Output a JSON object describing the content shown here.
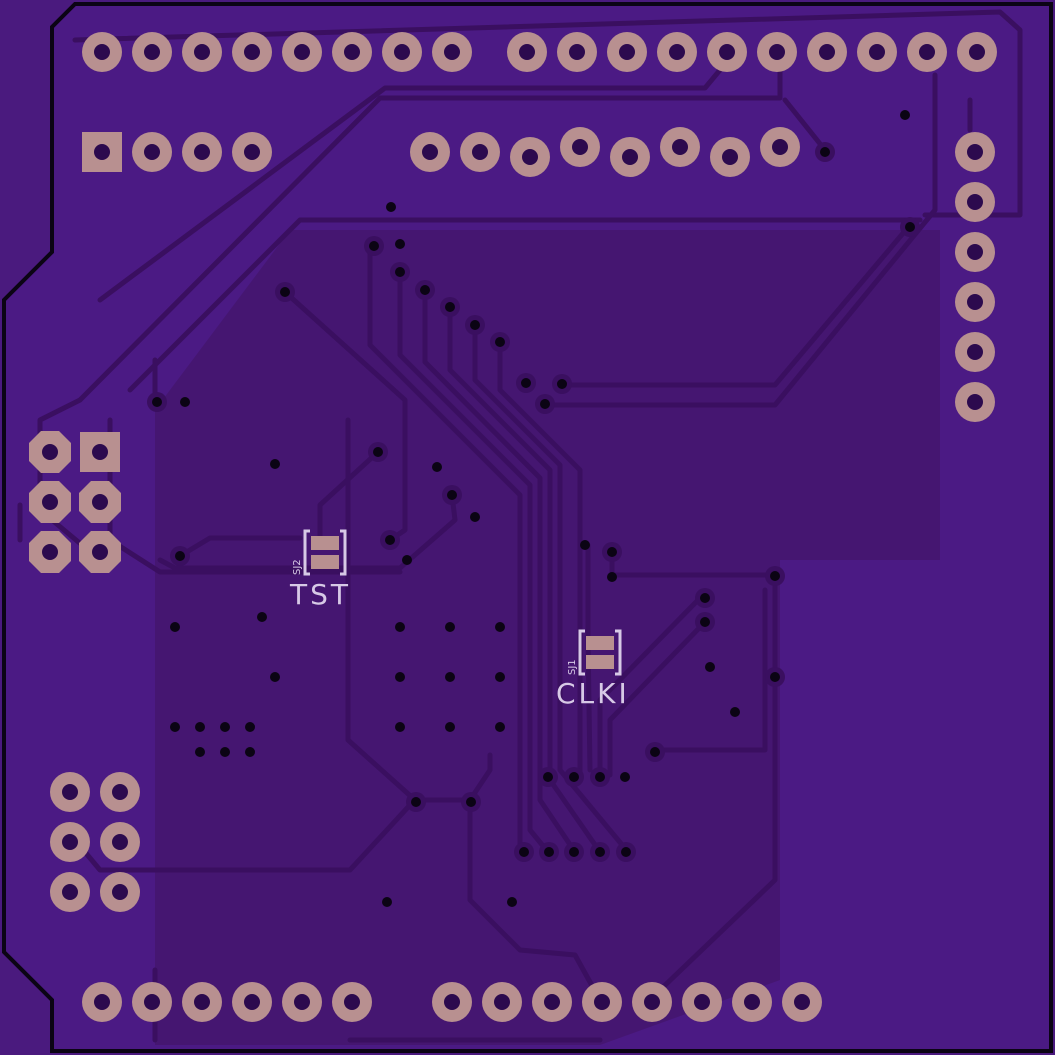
{
  "board": {
    "colors": {
      "background": "#4a1a7e",
      "substrate": "#4b1a84",
      "copper_pour": "#421462",
      "trace": "#3a0f60",
      "pad": "#b89090",
      "pad_hole": "#2c0a4e",
      "via_hole": "#0b0414",
      "outline": "#0b0414",
      "silkscreen": "#d7c9e6"
    }
  },
  "labels": {
    "tst": "TST",
    "sj2": "SJ2",
    "clki": "CLKI",
    "sj1": "SJ1"
  }
}
